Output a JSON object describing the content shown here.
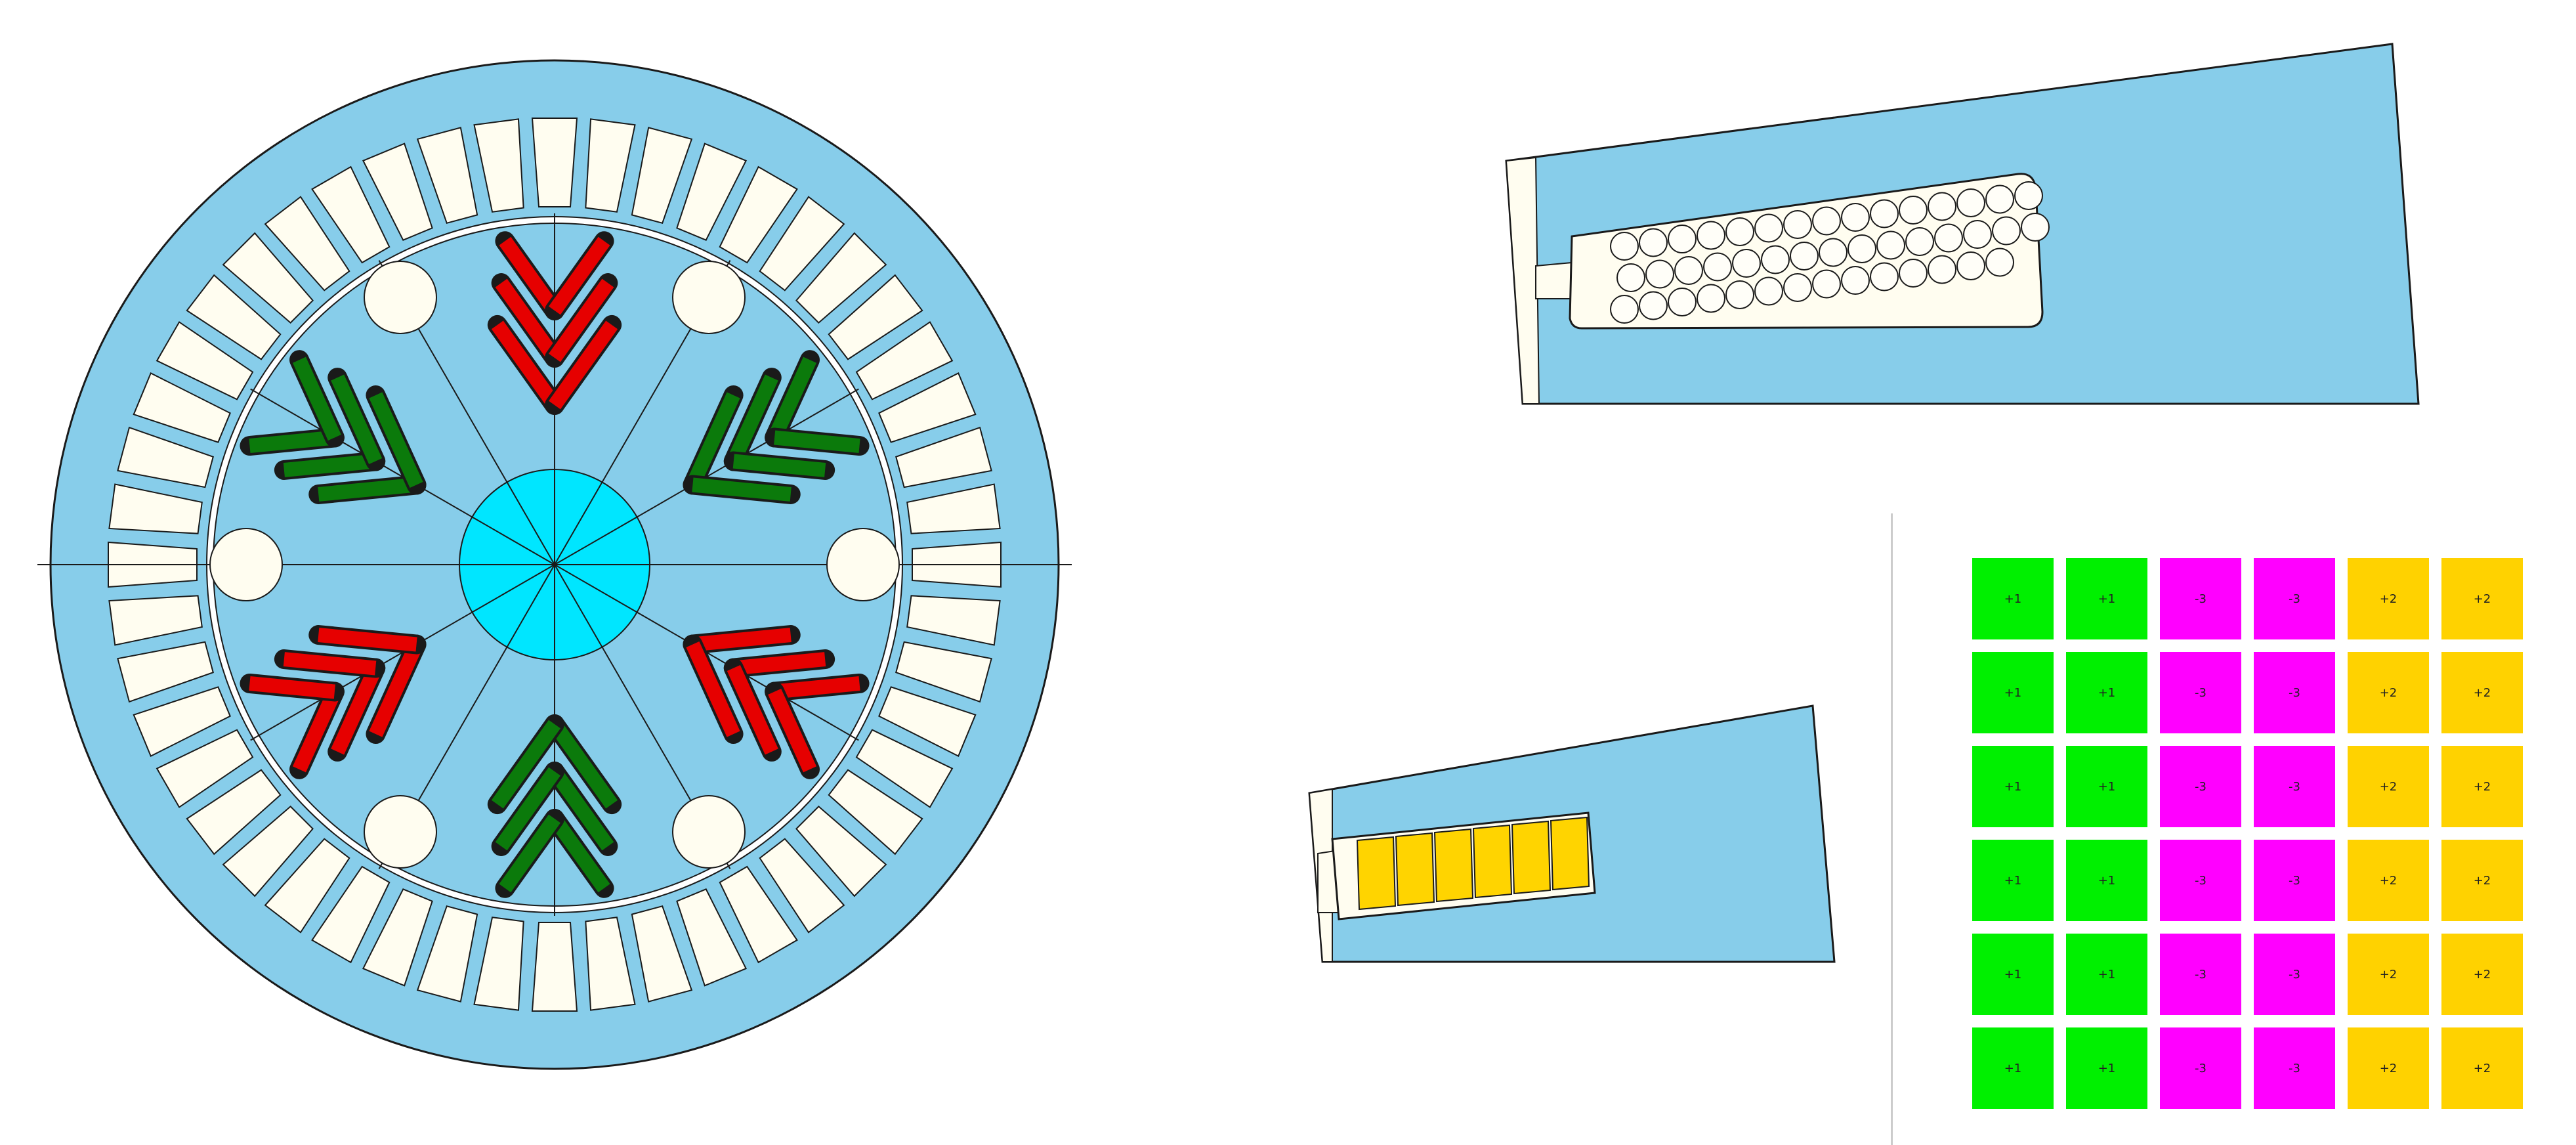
{
  "colors": {
    "lamination": "#87cdea",
    "slot": "#fffdf0",
    "outline": "#1a1a1a",
    "shaft": "#00e6ff",
    "magnet_red": "#e60000",
    "magnet_green": "#0b7a0b",
    "bar": "#ffd400",
    "phase_a": "#00f000",
    "phase_b": "#ff00ff",
    "phase_c": "#ffd200"
  },
  "stator": {
    "slot_count": 48
  },
  "rotor": {
    "poles": 6,
    "magnet_pattern": [
      "red",
      "green",
      "red",
      "green",
      "red",
      "green"
    ]
  },
  "slot_detail": {
    "conductor_circles": 44
  },
  "bar_detail": {
    "bar_count": 6
  },
  "winding_table": {
    "rows": [
      [
        "+1",
        "+1",
        "-3",
        "-3",
        "+2",
        "+2"
      ],
      [
        "+1",
        "+1",
        "-3",
        "-3",
        "+2",
        "+2"
      ],
      [
        "+1",
        "+1",
        "-3",
        "-3",
        "+2",
        "+2"
      ],
      [
        "+1",
        "+1",
        "-3",
        "-3",
        "+2",
        "+2"
      ],
      [
        "+1",
        "+1",
        "-3",
        "-3",
        "+2",
        "+2"
      ],
      [
        "+1",
        "+1",
        "-3",
        "-3",
        "+2",
        "+2"
      ]
    ],
    "column_colors": [
      "phase_a",
      "phase_a",
      "phase_b",
      "phase_b",
      "phase_c",
      "phase_c"
    ]
  }
}
